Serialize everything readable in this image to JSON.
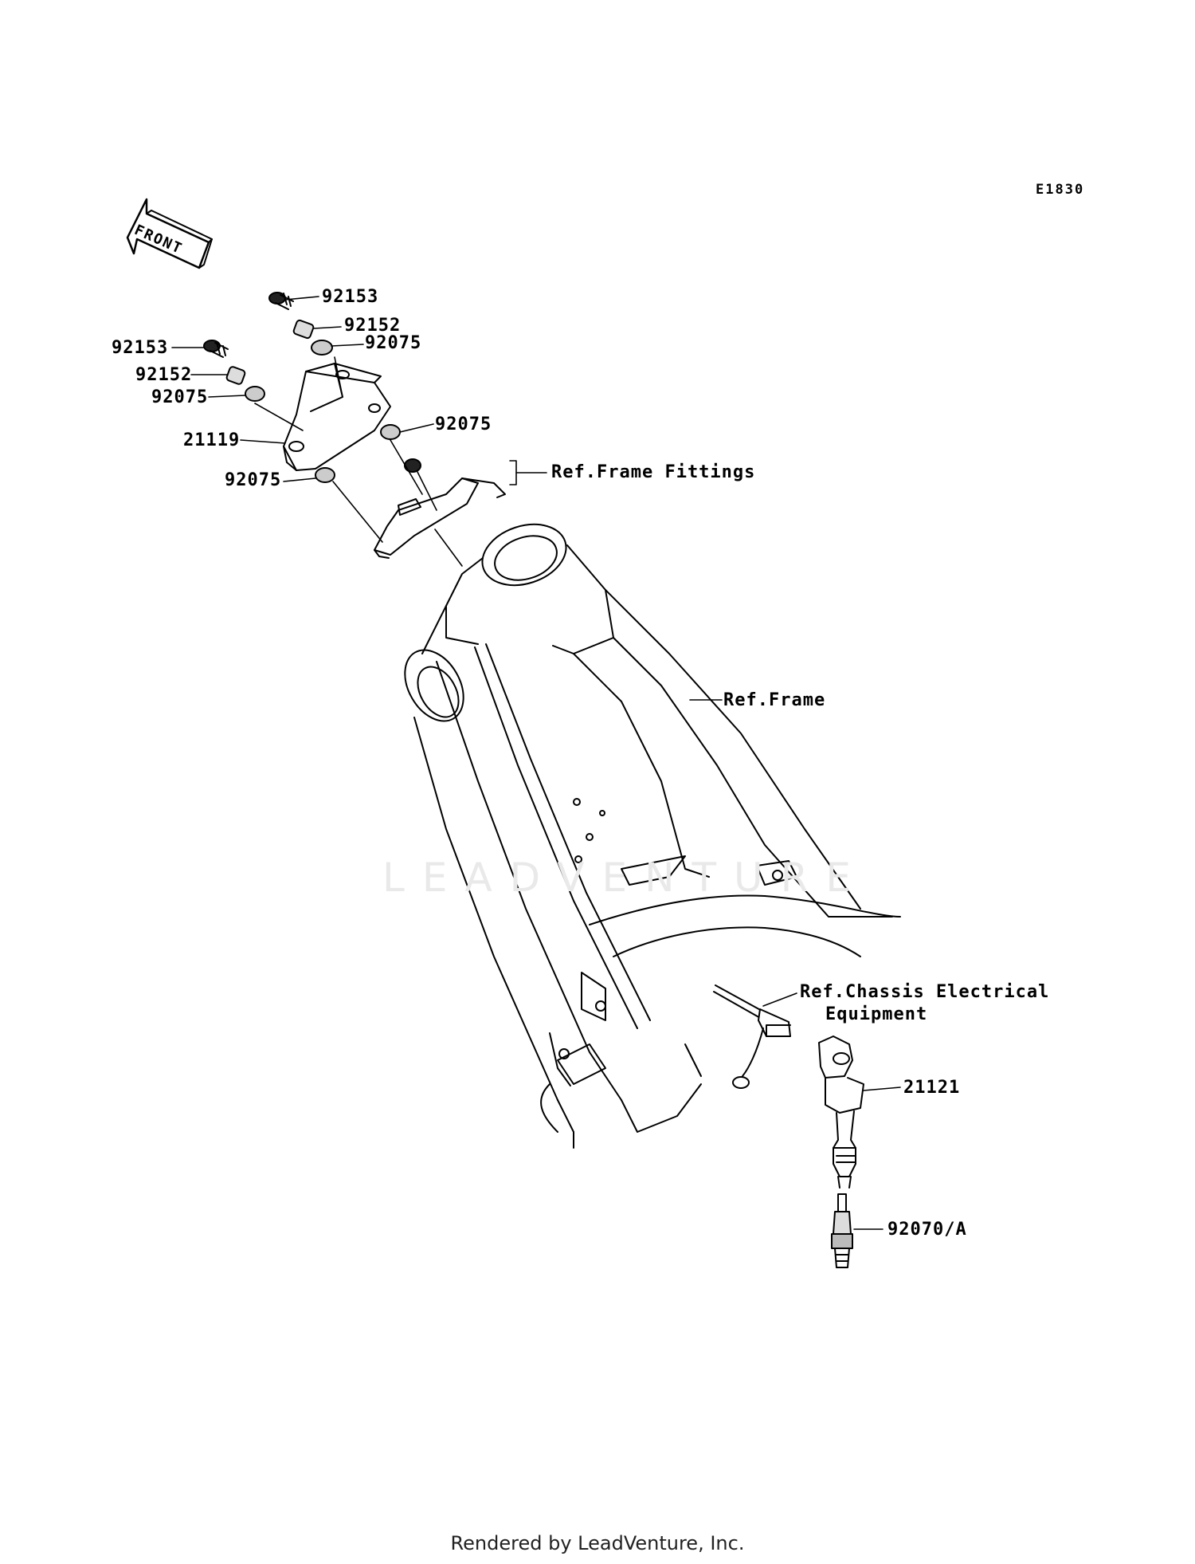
{
  "diagram_code": "E1830",
  "front_arrow_label": "FRONT",
  "watermark": "LEADVENTURE",
  "footer": "Rendered by LeadVenture, Inc.",
  "callouts": {
    "p92153_top": "92153",
    "p92152_top": "92152",
    "p92075_top": "92075",
    "p92153_left": "92153",
    "p92152_left": "92152",
    "p92075_left": "92075",
    "p21119": "21119",
    "p92075_right": "92075",
    "p92075_bottom": "92075",
    "ref_frame_fittings": "Ref.Frame Fittings",
    "ref_frame": "Ref.Frame",
    "ref_chassis_line1": "Ref.Chassis Electrical",
    "ref_chassis_line2": "Equipment",
    "p21121": "21121",
    "p92070a": "92070/A"
  }
}
